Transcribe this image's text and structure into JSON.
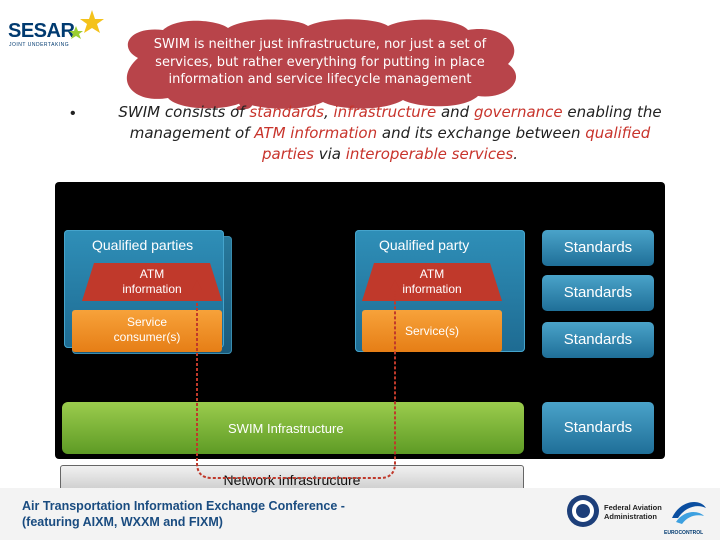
{
  "logo": {
    "name": "SESAR",
    "tagline": "JOINT UNDERTAKING"
  },
  "callout": {
    "line1": "SWIM is neither just infrastructure, nor just a set of",
    "line2": "services, but rather everything for putting in place",
    "line3": "information and service lifecycle management"
  },
  "bullet": {
    "symbol": "•",
    "line1": {
      "a": "SWIM consists of ",
      "b": "standards",
      "c": ", ",
      "d": "infrastructure",
      "e": " and ",
      "f": "governance",
      "g": " enabling the"
    },
    "line2": {
      "a": "management of ",
      "b": "ATM information",
      "c": " and its exchange between ",
      "d": "qualified"
    },
    "line3": {
      "a": "parties",
      "b": " via ",
      "c": "interoperable services",
      "d": "."
    }
  },
  "diagram": {
    "left_party": {
      "title": "Qualified parties",
      "atm": [
        "ATM",
        "information"
      ],
      "service": [
        "Service",
        "consumer(s)"
      ]
    },
    "right_party": {
      "title": "Qualified party",
      "atm": [
        "ATM",
        "information"
      ],
      "service": "Service(s)"
    },
    "standards": [
      "Standards",
      "Standards",
      "Standards",
      "Standards"
    ],
    "swim_infrastructure": "SWIM Infrastructure",
    "network_infrastructure": "Network infrastructure"
  },
  "footer": {
    "line1": "Air Transportation Information Exchange Conference -",
    "line2": "(featuring AIXM, WXXM and FIXM)",
    "faa_line1": "Federal Aviation",
    "faa_line2": "Administration",
    "euro": "EUROCONTROL"
  },
  "colors": {
    "highlight": "#c8342c",
    "cloud": "#b8444a",
    "panel": "#000000",
    "blue": "#2f8fb8",
    "orange": "#f0901f",
    "red": "#c0392b",
    "green": "#7ab53a"
  },
  "icons": [
    "star-icon",
    "faa-seal-icon",
    "eurocontrol-icon",
    "arrow-icon"
  ]
}
